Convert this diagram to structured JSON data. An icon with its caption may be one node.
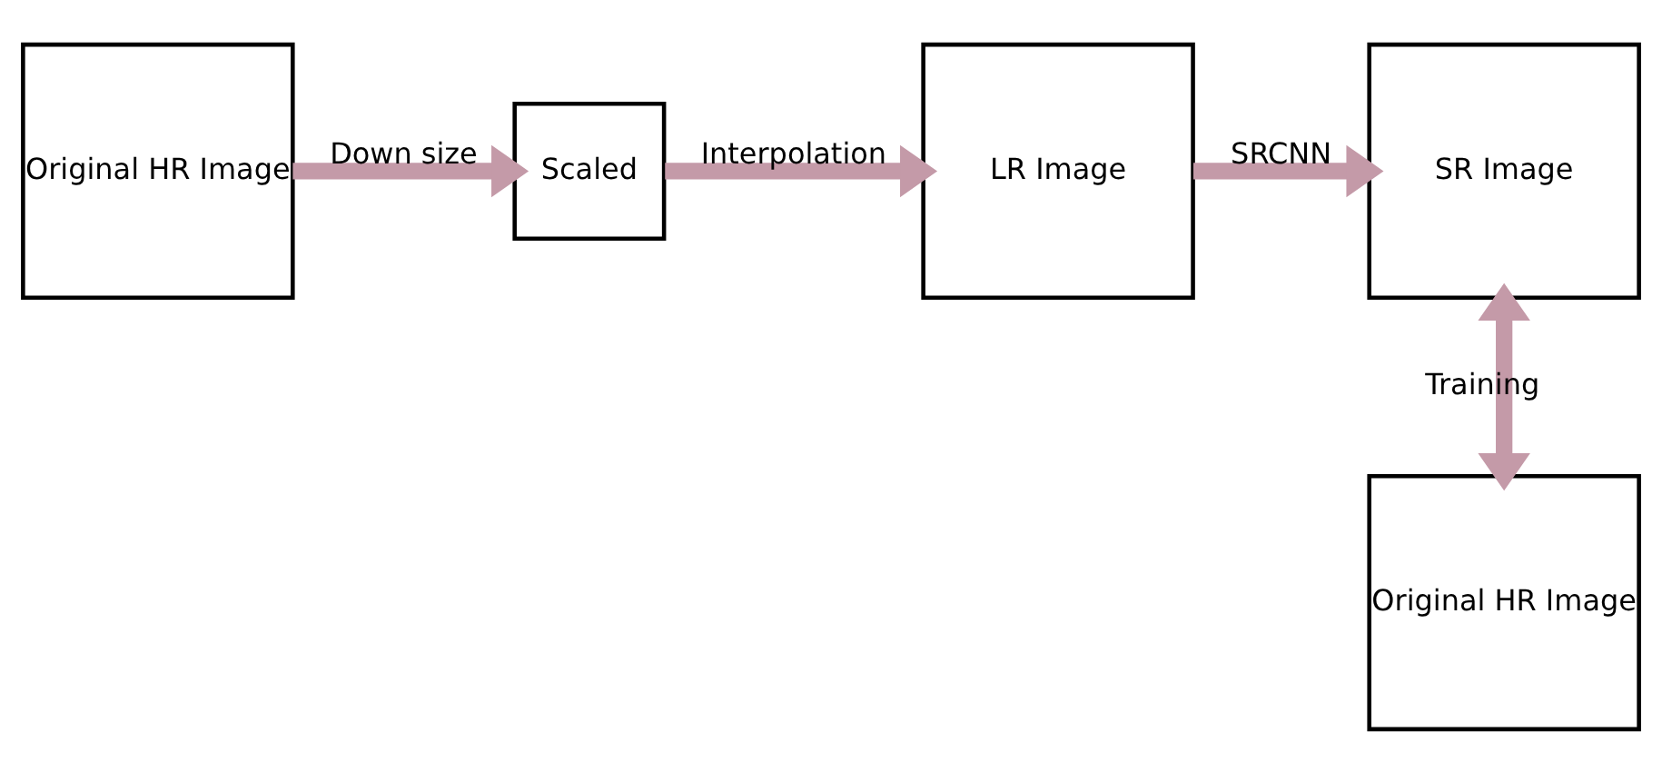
{
  "diagram": {
    "nodes": [
      {
        "text": [
          "Original HR Image"
        ]
      },
      {
        "text": [
          "Scaled"
        ]
      },
      {
        "text": [
          "LR Image"
        ]
      },
      {
        "text": [
          "SR Image"
        ]
      },
      {
        "text": [
          "Original HR Image"
        ]
      }
    ],
    "edges": [
      {
        "from": 0,
        "to": 1,
        "arrow": "to",
        "label": "Down size"
      },
      {
        "from": 1,
        "to": 2,
        "arrow": "to",
        "label": "Interpolation"
      },
      {
        "from": 2,
        "to": 3,
        "arrow": "to",
        "label": "SRCNN"
      },
      {
        "from": 3,
        "to": 4,
        "arrow": "both",
        "label": "Training"
      }
    ]
  }
}
